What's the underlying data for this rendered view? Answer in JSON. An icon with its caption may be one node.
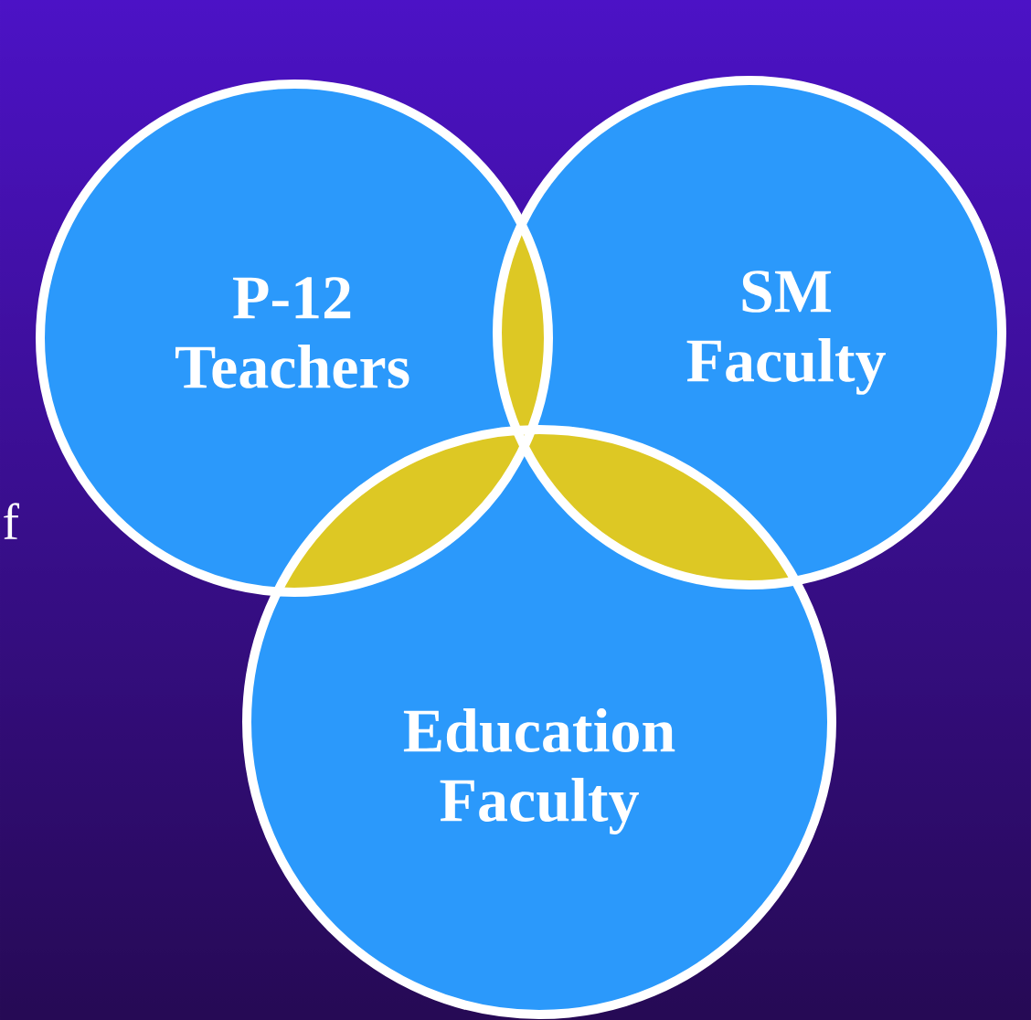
{
  "diagram": {
    "nodes": [
      {
        "text": [
          "P-12 Teachers"
        ]
      },
      {
        "text": [
          "SM Faculty"
        ]
      },
      {
        "text": [
          "Education Faculty"
        ]
      }
    ],
    "labels": [
      "f"
    ]
  }
}
